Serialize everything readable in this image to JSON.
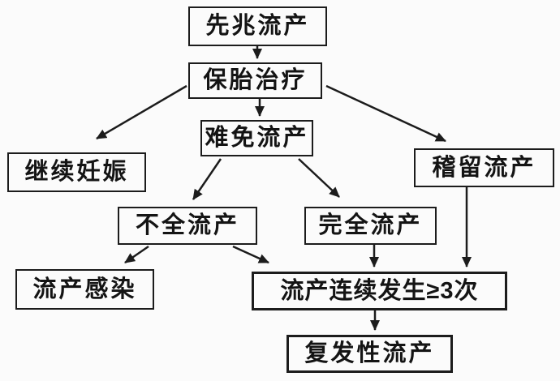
{
  "diagram": {
    "type": "flowchart",
    "language": "zh-CN",
    "topic": "流产类型流程图",
    "colors": {
      "background": "#fbfbfb",
      "line": "#1c1c1c",
      "text": "#141414"
    },
    "nodes": [
      {
        "id": "threatened-abortion",
        "label": "先兆流产"
      },
      {
        "id": "tocolysis-treatment",
        "label": "保胎治疗"
      },
      {
        "id": "inevitable-abortion",
        "label": "难免流产"
      },
      {
        "id": "continued-pregnancy",
        "label": "继续妊娠"
      },
      {
        "id": "missed-abortion",
        "label": "稽留流产"
      },
      {
        "id": "incomplete-abortion",
        "label": "不全流产"
      },
      {
        "id": "complete-abortion",
        "label": "完全流产"
      },
      {
        "id": "abortion-infection",
        "label": "流产感染"
      },
      {
        "id": "consecutive-3-or-more",
        "label": "流产连续发生≥3次"
      },
      {
        "id": "recurrent-abortion",
        "label": "复发性流产"
      }
    ],
    "edges": [
      {
        "from": "threatened-abortion",
        "to": "tocolysis-treatment"
      },
      {
        "from": "tocolysis-treatment",
        "to": "continued-pregnancy"
      },
      {
        "from": "tocolysis-treatment",
        "to": "inevitable-abortion"
      },
      {
        "from": "tocolysis-treatment",
        "to": "missed-abortion"
      },
      {
        "from": "inevitable-abortion",
        "to": "incomplete-abortion"
      },
      {
        "from": "inevitable-abortion",
        "to": "complete-abortion"
      },
      {
        "from": "incomplete-abortion",
        "to": "abortion-infection"
      },
      {
        "from": "incomplete-abortion",
        "to": "consecutive-3-or-more"
      },
      {
        "from": "complete-abortion",
        "to": "consecutive-3-or-more"
      },
      {
        "from": "missed-abortion",
        "to": "consecutive-3-or-more"
      },
      {
        "from": "consecutive-3-or-more",
        "to": "recurrent-abortion"
      }
    ]
  }
}
